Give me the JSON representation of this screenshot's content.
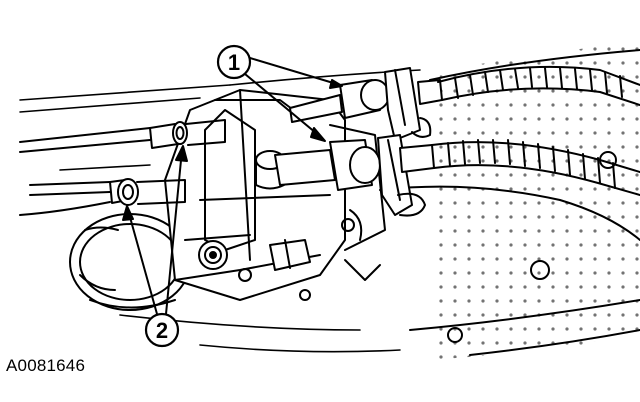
{
  "figure": {
    "id": "A0081646",
    "colors": {
      "ink": "#000000",
      "paper": "#ffffff"
    }
  },
  "callouts": [
    {
      "label": "1"
    },
    {
      "label": "2"
    }
  ]
}
